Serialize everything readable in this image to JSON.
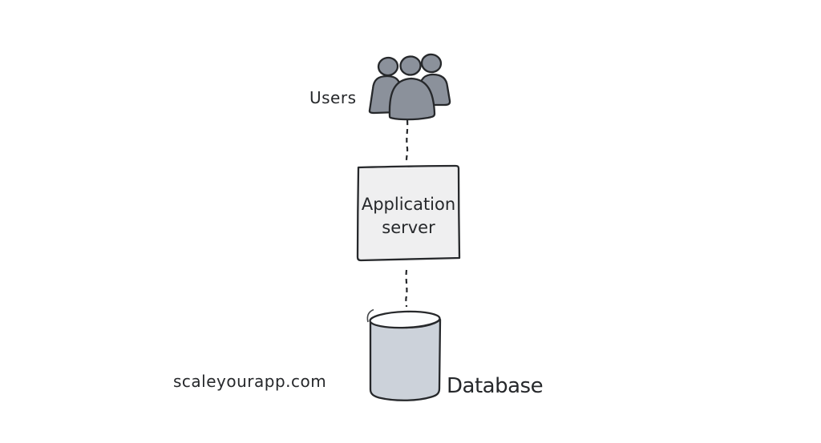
{
  "diagram": {
    "watermark": "scaleyourapp.com",
    "nodes": [
      {
        "id": "users",
        "label": "Users",
        "shape": "people-group",
        "label_position": "left"
      },
      {
        "id": "app-server",
        "label": "Application server",
        "shape": "rectangle",
        "label_position": "inside"
      },
      {
        "id": "database",
        "label": "Database",
        "shape": "cylinder",
        "label_position": "right"
      }
    ],
    "connections": [
      {
        "from": "users",
        "to": "app-server",
        "style": "dashed"
      },
      {
        "from": "app-server",
        "to": "database",
        "style": "dashed"
      }
    ]
  },
  "colors": {
    "background": "#ffffff",
    "ink": "#26282b",
    "people_fill": "#8b919b",
    "box_fill": "#efeff0",
    "cylinder_fill": "#ccd2da",
    "cylinder_top_fill": "#fcfdfe"
  }
}
